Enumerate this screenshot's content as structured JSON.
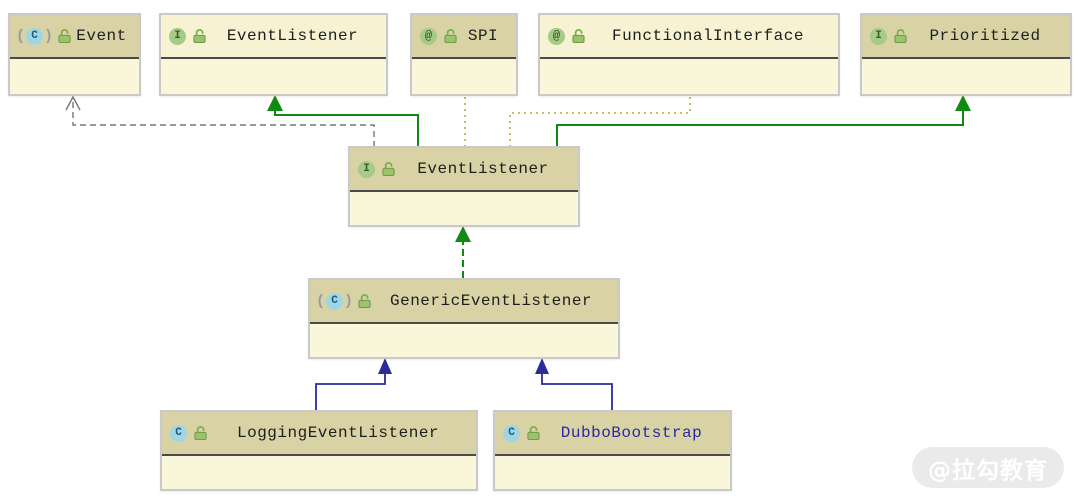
{
  "icons": {
    "class_letter": "C",
    "interface_letter": "I",
    "annotation_symbol": "@",
    "paren_left": "(",
    "paren_right": ")"
  },
  "colors": {
    "green_arrow": "#128912",
    "navy_arrow": "#2b2b9b",
    "gray_arrow": "#767676",
    "olive_dotted": "#c9bf55",
    "header_dark": "#d8d2a4",
    "header_light": "#f6f2d2",
    "node_body": "#faf6d9",
    "node_border": "#c9c9c9",
    "title_default": "#1e1e1e",
    "title_blue": "#2929a3",
    "class_icon_bg": "#9fd6e6",
    "interface_icon_bg": "#a5cb87"
  },
  "nodes": {
    "event": {
      "label": "Event",
      "kind": "class",
      "header": "dark"
    },
    "event_listener_top": {
      "label": "EventListener",
      "kind": "interface",
      "header": "light"
    },
    "spi": {
      "label": "SPI",
      "kind": "annotation",
      "header": "dark"
    },
    "functional_interface": {
      "label": "FunctionalInterface",
      "kind": "annotation",
      "header": "light"
    },
    "prioritized": {
      "label": "Prioritized",
      "kind": "interface",
      "header": "dark"
    },
    "event_listener_mid": {
      "label": "EventListener",
      "kind": "interface",
      "header": "dark"
    },
    "generic_event_listener": {
      "label": "GenericEventListener",
      "kind": "class",
      "header": "dark"
    },
    "logging_event_listener": {
      "label": "LoggingEventListener",
      "kind": "class",
      "header": "dark"
    },
    "dubbo_bootstrap": {
      "label": "DubboBootstrap",
      "kind": "class",
      "header": "dark",
      "label_color": "#2929a3"
    }
  },
  "edges": [
    {
      "from": "event_listener_mid",
      "to": "event",
      "style": "dashed-gray-open-arrow",
      "meaning": "dependency"
    },
    {
      "from": "event_listener_mid",
      "to": "event_listener_top",
      "style": "solid-green-filled-triangle",
      "meaning": "extends"
    },
    {
      "from": "event_listener_mid",
      "to": "spi",
      "style": "dotted-olive",
      "meaning": "annotated-with"
    },
    {
      "from": "event_listener_mid",
      "to": "functional_interface",
      "style": "dotted-olive",
      "meaning": "annotated-with"
    },
    {
      "from": "event_listener_mid",
      "to": "prioritized",
      "style": "solid-green-filled-triangle",
      "meaning": "extends"
    },
    {
      "from": "generic_event_listener",
      "to": "event_listener_mid",
      "style": "dashed-green-filled-triangle",
      "meaning": "implements"
    },
    {
      "from": "logging_event_listener",
      "to": "generic_event_listener",
      "style": "solid-navy-filled-triangle",
      "meaning": "extends"
    },
    {
      "from": "dubbo_bootstrap",
      "to": "generic_event_listener",
      "style": "solid-navy-filled-triangle",
      "meaning": "extends"
    }
  ],
  "watermark": {
    "text": "@拉勾教育"
  }
}
